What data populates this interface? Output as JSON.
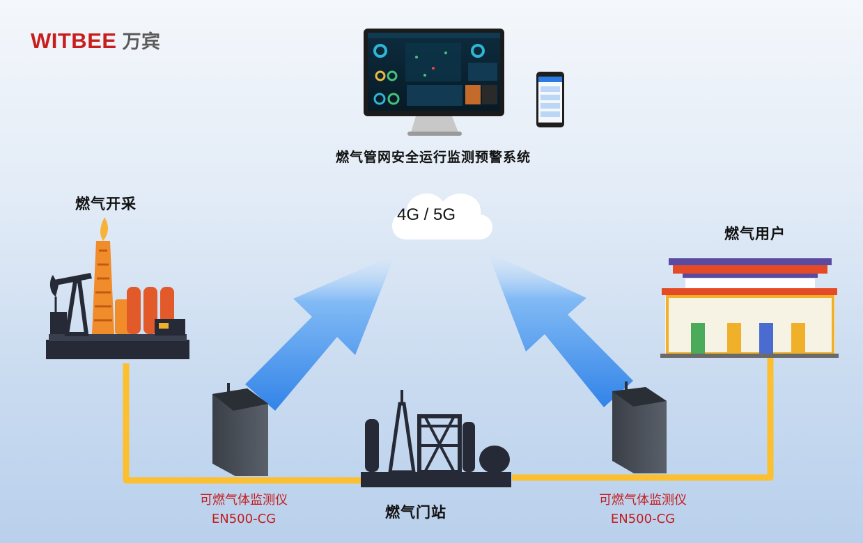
{
  "brand": {
    "name": "WITBEE",
    "name_cn": "万宾",
    "color": "#c81e1e"
  },
  "nodes": {
    "system": {
      "label": "燃气管网安全运行监测预警系统"
    },
    "network": {
      "label": "4G / 5G"
    },
    "production": {
      "label": "燃气开采"
    },
    "user": {
      "label": "燃气用户"
    },
    "gate_station": {
      "label": "燃气门站"
    },
    "detector_left": {
      "name": "可燃气体监测仪",
      "model": "EN500-CG"
    },
    "detector_right": {
      "name": "可燃气体监测仪",
      "model": "EN500-CG"
    }
  },
  "colors": {
    "pipeline": "#fcbf2f",
    "arrow": "#4a98f0",
    "label_red": "#c31c1c"
  },
  "icons": [
    "desktop-monitor-icon",
    "smartphone-icon",
    "cloud-icon",
    "oil-pumpjack-icon",
    "gas-station-icon",
    "refinery-icon",
    "gas-detector-icon",
    "upload-arrow-icon"
  ]
}
